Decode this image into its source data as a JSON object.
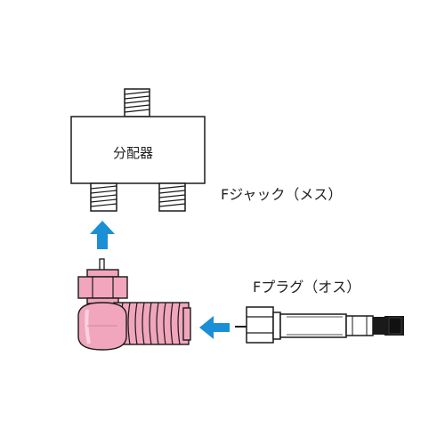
{
  "labels": {
    "splitter": "分配器",
    "f_jack": "Fジャック（メス）",
    "f_plug": "Fプラグ（オス）"
  },
  "colors": {
    "arrow": "#1b8fd6",
    "connector_pink": "#f1a6bd",
    "connector_pink_dark": "#d9849e",
    "outline": "#1a1a1a",
    "metal": "#ffffff"
  },
  "icons": {
    "up_arrow": "arrow-up-icon",
    "left_arrow": "arrow-left-icon"
  }
}
